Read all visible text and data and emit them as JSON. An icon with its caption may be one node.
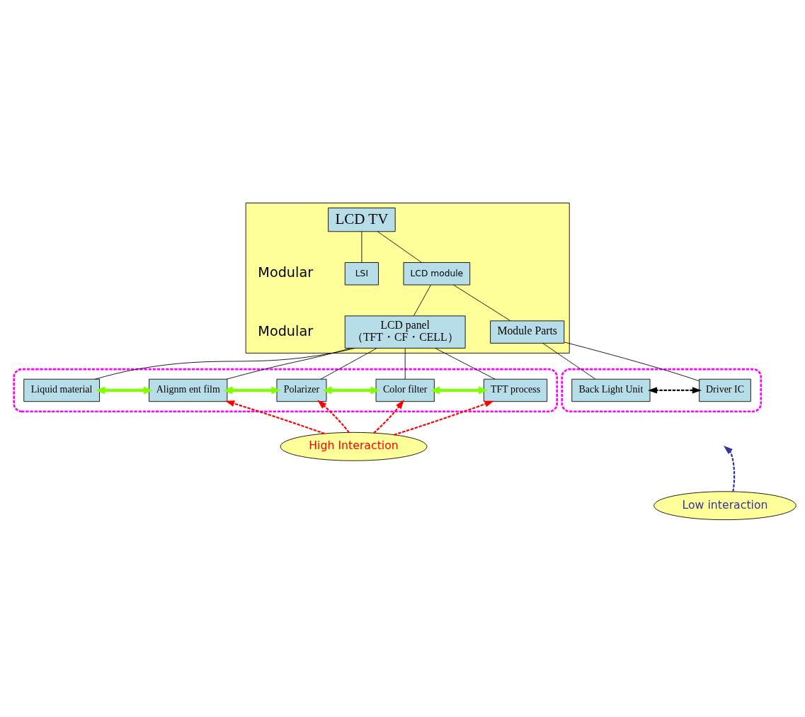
{
  "diagram": {
    "nodes": [
      {
        "text": [],
        "shape": "triangle"
      },
      {
        "text": [
          "LCD TV"
        ],
        "in": 0
      },
      {
        "text": [
          "LSI"
        ],
        "in": 0
      },
      {
        "text": [
          "LCD module"
        ],
        "in": 0
      },
      {
        "text": [
          "LCD panel",
          "（TFT・CF・CELL）"
        ],
        "in": 0
      },
      {
        "text": [
          "Module Parts"
        ],
        "in": 0
      },
      {
        "text": [],
        "shape": "box"
      },
      {
        "text": [
          "TFT process"
        ],
        "in": 6
      },
      {
        "text": [
          "Color filter"
        ],
        "in": 6
      },
      {
        "text": [
          "Polarizer"
        ],
        "in": 6
      },
      {
        "text": [
          "Alignm ent film"
        ],
        "in": 6
      },
      {
        "text": [
          "Liquid material"
        ],
        "in": 6
      },
      {
        "text": [],
        "shape": "box"
      },
      {
        "text": [
          "Driver IC"
        ],
        "in": 12
      },
      {
        "text": [
          "Back Light Unit"
        ],
        "in": 12
      },
      {
        "text": [
          "High Interaction"
        ]
      },
      {
        "text": [
          "Low interaction"
        ]
      }
    ],
    "edges": [
      {
        "from": 1,
        "to": 2,
        "arrow": "none"
      },
      {
        "from": 1,
        "to": 3,
        "arrow": "none"
      },
      {
        "from": 3,
        "to": 4,
        "arrow": "none"
      },
      {
        "from": 3,
        "to": 5,
        "arrow": "none"
      },
      {
        "from": 4,
        "to": 7,
        "arrow": "none"
      },
      {
        "from": 4,
        "to": 8,
        "arrow": "none"
      },
      {
        "from": 4,
        "to": 9,
        "arrow": "none"
      },
      {
        "from": 4,
        "to": 10,
        "arrow": "none"
      },
      {
        "from": 4,
        "to": 11,
        "arrow": "none"
      },
      {
        "from": 5,
        "to": 13,
        "arrow": "none"
      },
      {
        "from": 5,
        "to": 14,
        "arrow": "none"
      },
      {
        "from": 7,
        "to": 8,
        "arrow": "both",
        "style": "thick",
        "color": "#80ff00"
      },
      {
        "from": 8,
        "to": 9,
        "arrow": "both",
        "style": "thick",
        "color": "#80ff00"
      },
      {
        "from": 9,
        "to": 10,
        "arrow": "both",
        "style": "thick",
        "color": "#80ff00"
      },
      {
        "from": 10,
        "to": 11,
        "arrow": "both",
        "style": "thick",
        "color": "#80ff00"
      },
      {
        "from": 13,
        "to": 14,
        "arrow": "both",
        "style": "dashed"
      },
      {
        "from": 15,
        "to": 7,
        "arrow": "to",
        "style": "dashed",
        "color": "#ff0000"
      },
      {
        "from": 15,
        "to": 8,
        "arrow": "to",
        "style": "dashed",
        "color": "#ff0000"
      },
      {
        "from": 15,
        "to": 9,
        "arrow": "to",
        "style": "dashed",
        "color": "#ff0000"
      },
      {
        "from": 15,
        "to": 10,
        "arrow": "to",
        "style": "dashed",
        "color": "#ff0000"
      },
      {
        "from": 16,
        "to": null,
        "arrow": "to",
        "style": "dashed",
        "color": "#333399"
      }
    ],
    "labels": [
      "Modular",
      "Modular"
    ]
  }
}
